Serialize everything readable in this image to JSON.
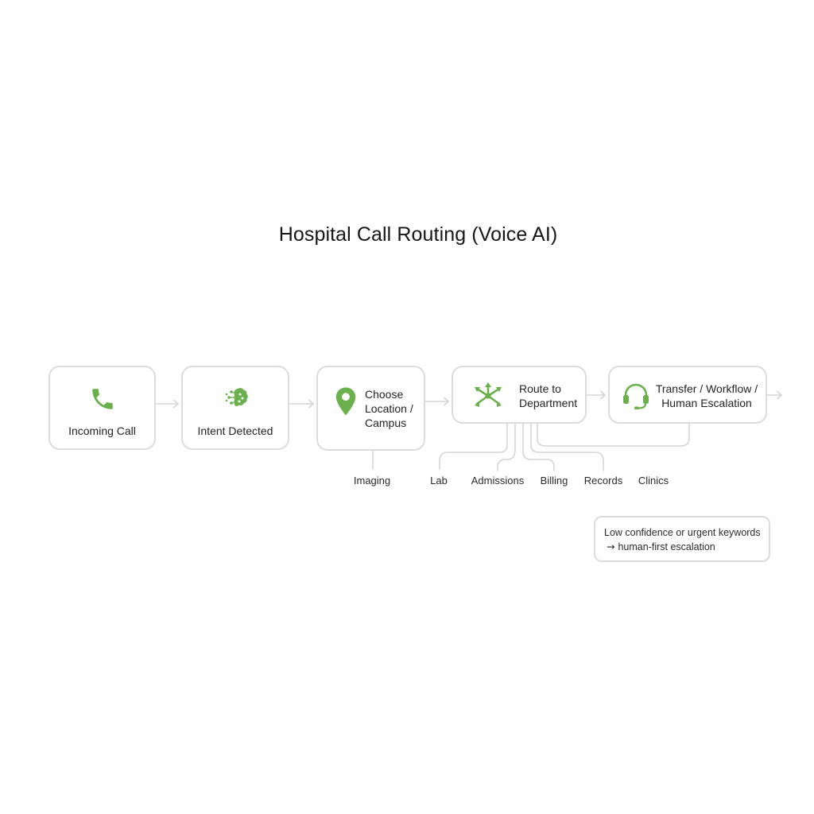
{
  "title": "Hospital Call Routing (Voice AI)",
  "colors": {
    "accent": "#6ab04c",
    "border": "#dcdcdc",
    "connector": "#d5d5d5"
  },
  "nodes": [
    {
      "label": "Incoming Call",
      "icon": "phone-icon"
    },
    {
      "label": "Intent Detected",
      "icon": "brain-icon"
    },
    {
      "label_lines": [
        "Choose",
        "Location /",
        "Campus"
      ],
      "icon": "location-pin-icon"
    },
    {
      "label_lines": [
        "Route to",
        "Department"
      ],
      "icon": "routing-icon"
    },
    {
      "label_lines": [
        "Transfer / Workflow /",
        "Human Escalation"
      ],
      "icon": "headset-icon"
    }
  ],
  "departments": [
    "Imaging",
    "Lab",
    "Admissions",
    "Billing",
    "Records",
    "Clinics"
  ],
  "note": {
    "line1": "Low confidence or urgent keywords",
    "arrow": "→",
    "line2": "human-first escalation"
  }
}
